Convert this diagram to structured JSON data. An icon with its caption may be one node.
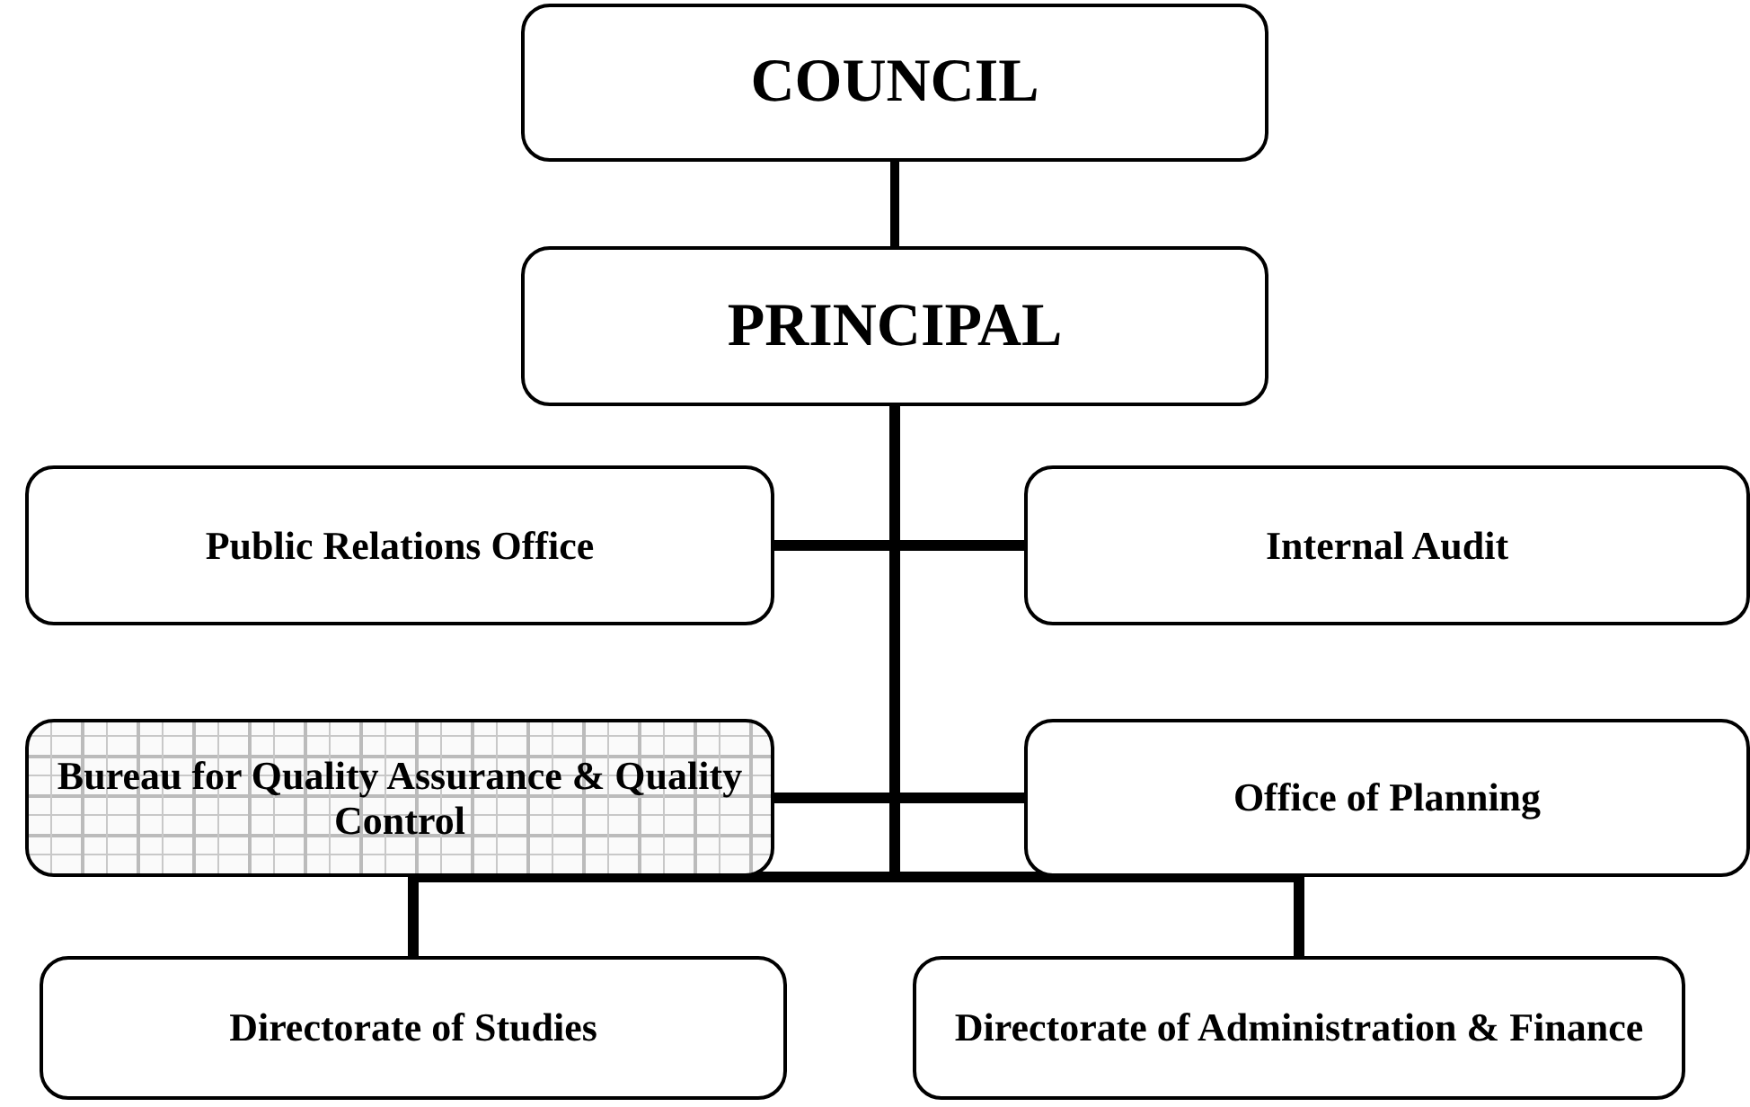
{
  "diagram": {
    "nodes": [
      {
        "text": [
          "COUNCIL"
        ]
      },
      {
        "text": [
          "PRINCIPAL"
        ]
      },
      {
        "text": [
          "Public Relations Office"
        ]
      },
      {
        "text": [
          "Internal Audit"
        ]
      },
      {
        "text": [
          "Bureau for Quality Assurance & Quality Control"
        ]
      },
      {
        "text": [
          "Office of Planning"
        ]
      },
      {
        "text": [
          "Directorate of Studies"
        ]
      },
      {
        "text": [
          "Directorate of Administration & Finance"
        ]
      }
    ],
    "edges": [
      {
        "from": 0,
        "to": 1,
        "arrow": "none"
      },
      {
        "from": 1,
        "to": 2,
        "arrow": "none"
      },
      {
        "from": 1,
        "to": 3,
        "arrow": "none"
      },
      {
        "from": 1,
        "to": 4,
        "arrow": "none"
      },
      {
        "from": 1,
        "to": 5,
        "arrow": "none"
      },
      {
        "from": 1,
        "to": 6,
        "arrow": "none"
      },
      {
        "from": 1,
        "to": 7,
        "arrow": "none"
      }
    ]
  }
}
